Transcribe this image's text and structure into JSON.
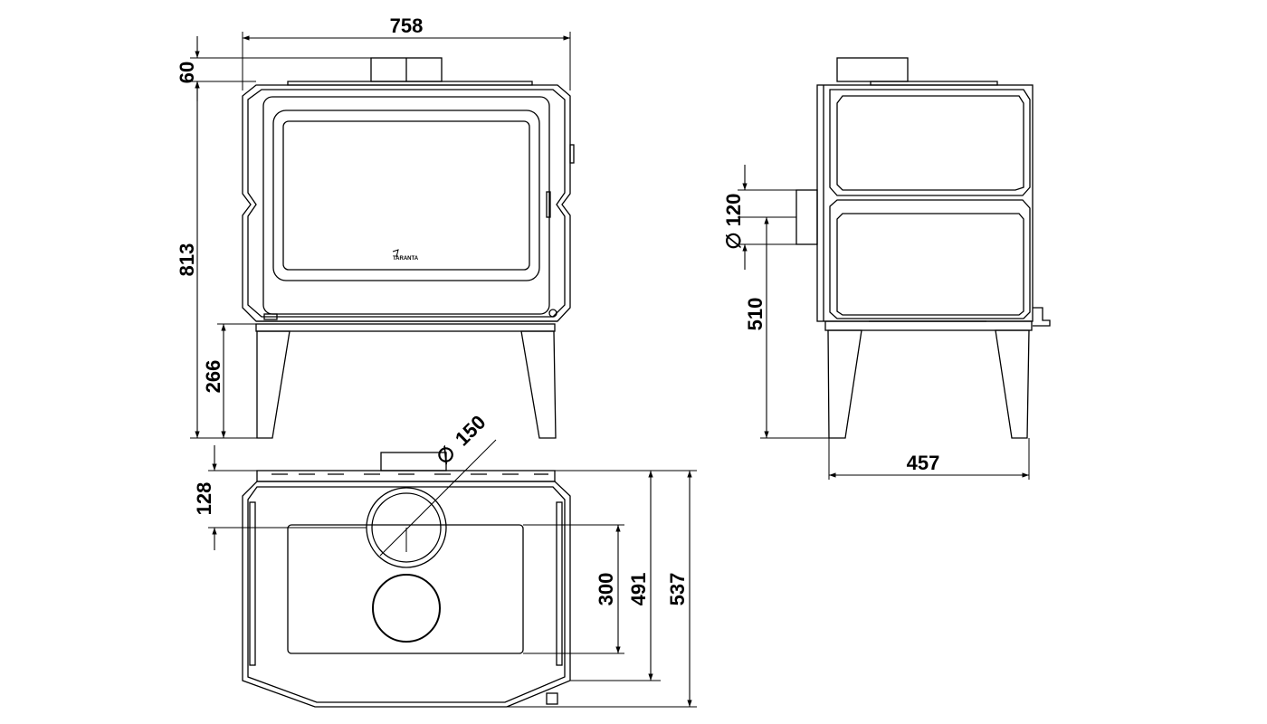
{
  "colors": {
    "line": "#000000",
    "background": "#ffffff"
  },
  "dimensions": {
    "front_width": "758",
    "flue_height": "60",
    "total_height": "813",
    "leg_height": "266",
    "side_flue_diameter": "120",
    "side_flue_diameter_symbol": "∅",
    "side_flue_height": "510",
    "depth": "457",
    "top_flue_diameter": "150",
    "top_flue_diameter_symbol": "∅",
    "top_flue_offset": "128",
    "plate_depth": "300",
    "inner_depth": "491",
    "total_depth": "537"
  },
  "logo": {
    "text": "TARANTA"
  }
}
